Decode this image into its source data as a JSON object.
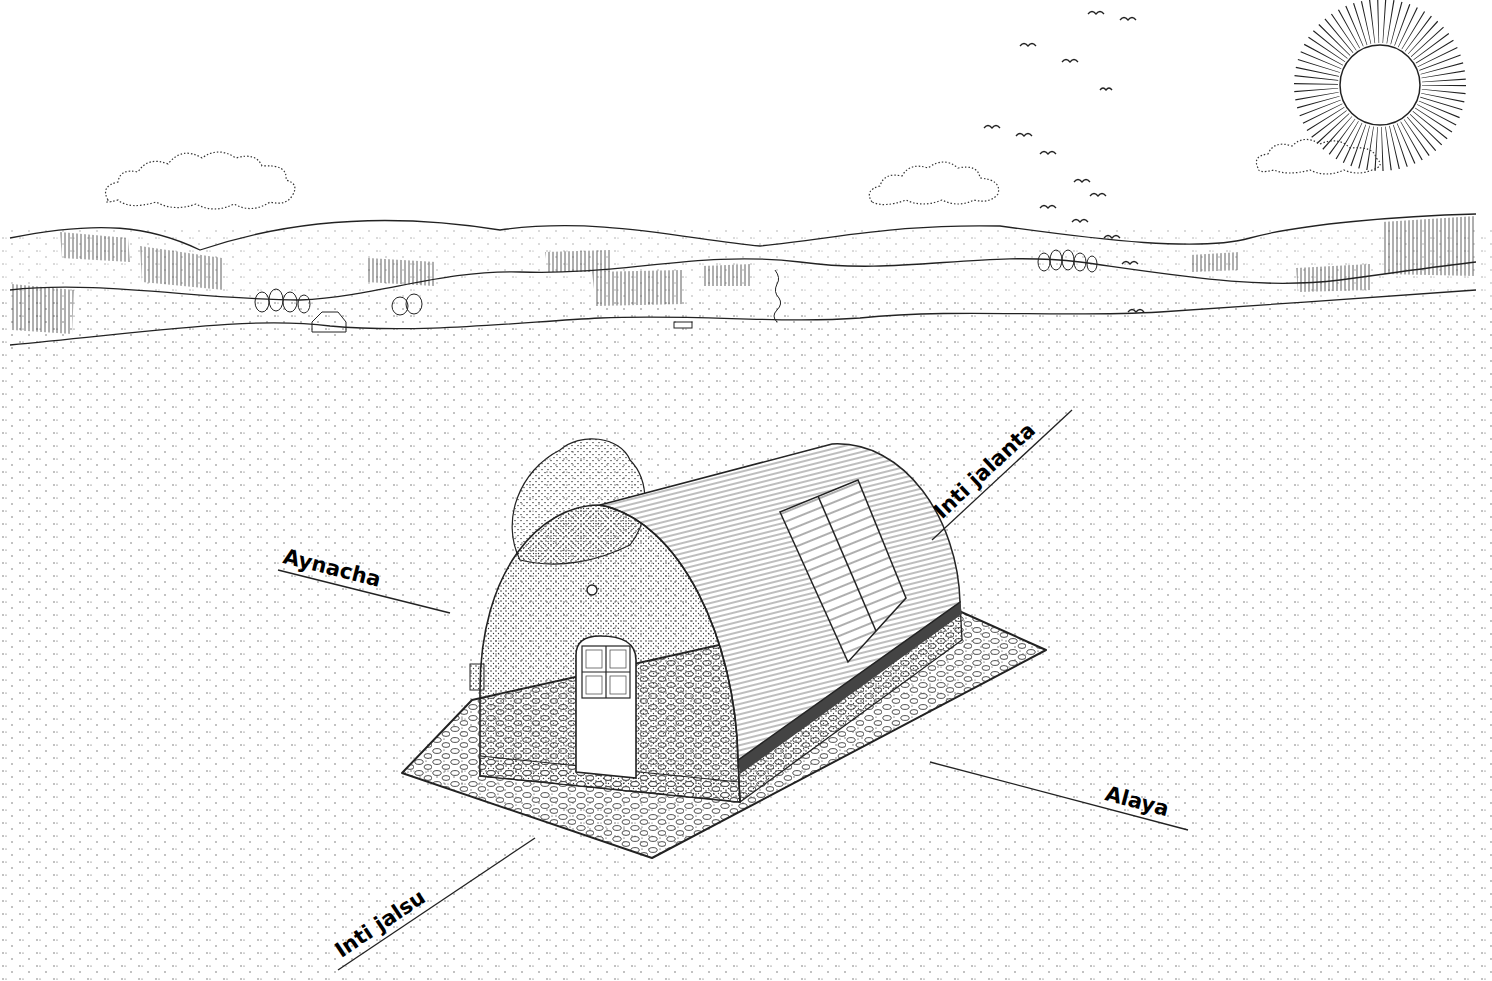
{
  "diagram": {
    "labels": [
      "Aynacha",
      "Inti jalanta",
      "Alaya",
      "Inti jalsu"
    ]
  }
}
